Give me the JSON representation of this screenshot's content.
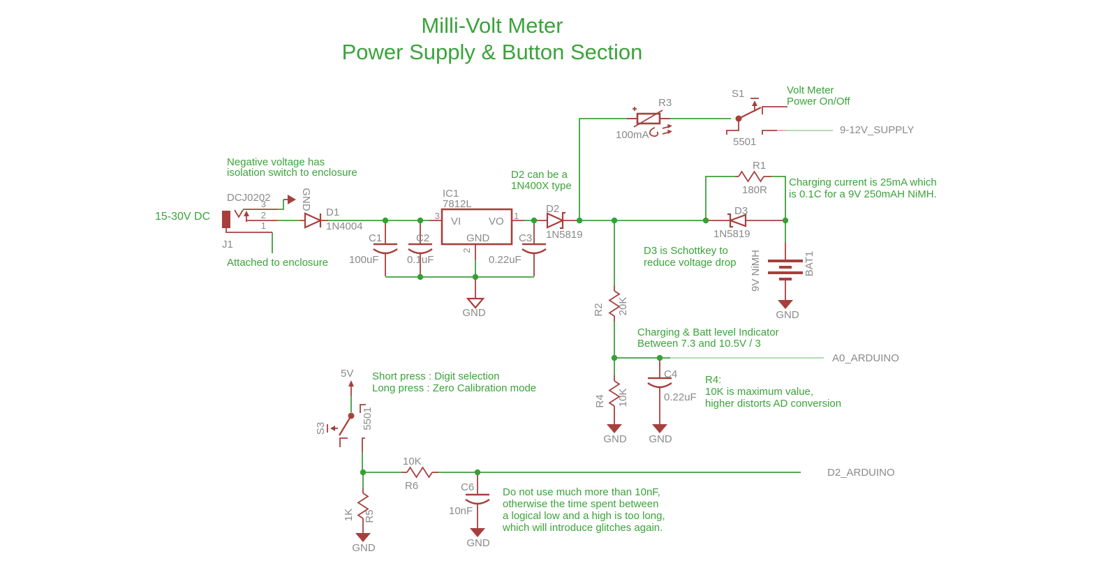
{
  "title": {
    "line1": "Milli-Volt Meter",
    "line2": "Power Supply & Button Section"
  },
  "nets": {
    "supply": "9-12V_SUPPLY",
    "a0": "A0_ARDUINO",
    "d2": "D2_ARDUINO",
    "input": "15-30V DC",
    "v5": "5V",
    "gnd": "GND"
  },
  "components": {
    "j1": {
      "ref": "J1",
      "part": "DCJ0202",
      "pin3": "3",
      "pin2": "2",
      "pin1": "1"
    },
    "d1": {
      "ref": "D1",
      "value": "1N4004"
    },
    "ic1": {
      "ref": "IC1",
      "value": "7812L",
      "vi": "VI",
      "vo": "VO",
      "gnd": "GND",
      "pin_vi": "3",
      "pin_vo": "1",
      "pin_gnd": "2"
    },
    "c1": {
      "ref": "C1",
      "value": "100uF"
    },
    "c2": {
      "ref": "C2",
      "value": "0.1uF"
    },
    "c3": {
      "ref": "C3",
      "value": "0.22uF"
    },
    "c4": {
      "ref": "C4",
      "value": "0.22uF"
    },
    "c6": {
      "ref": "C6",
      "value": "10nF"
    },
    "d2": {
      "ref": "D2",
      "value": "1N5819"
    },
    "d3": {
      "ref": "D3",
      "value": "1N5819"
    },
    "r1": {
      "ref": "R1",
      "value": "180R"
    },
    "r2": {
      "ref": "R2",
      "value": "20K"
    },
    "r3": {
      "ref": "R3",
      "value": "100mA"
    },
    "r4": {
      "ref": "R4",
      "value": "10K"
    },
    "r5": {
      "ref": "R5",
      "value": "1K"
    },
    "r6": {
      "ref": "R6",
      "value": "10K"
    },
    "s1": {
      "ref": "S1",
      "value": "5501"
    },
    "s3": {
      "ref": "S3",
      "value": "5501"
    },
    "bat1": {
      "ref": "BAT1",
      "value": "9V NiMH"
    }
  },
  "notes": {
    "negative": [
      "Negative voltage has",
      "isolation switch to enclosure"
    ],
    "attached": [
      "Attached to enclosure"
    ],
    "d2_type": [
      "D2 can be a",
      "1N400X type"
    ],
    "volt_meter": [
      "Volt Meter",
      "Power On/Off"
    ],
    "charging": [
      "Charging current is 25mA which",
      "is 0.1C for a 9V 250mAH NiMH."
    ],
    "d3_schottky": [
      "D3 is Schottkey to",
      "reduce voltage drop"
    ],
    "indicator": [
      "Charging & Batt level Indicator",
      "Between 7.3 and 10.5V / 3"
    ],
    "r4_max": [
      "R4:",
      "10K is maximum value,",
      "higher distorts AD conversion"
    ],
    "button": [
      "Short press : Digit selection",
      "Long press  : Zero Calibration mode"
    ],
    "c6_glitch": [
      "Do not use much more than 10nF,",
      "otherwise the time spent between",
      "a logical low and a high is too long,",
      "which will introduce glitches again."
    ]
  },
  "colors": {
    "component_red": "#a6403d",
    "wire_green": "#3f9e3c",
    "pale_green": "#a9d7a7",
    "pale_red": "#dfa9a7",
    "label_gray": "#8a8a8a",
    "note_green": "#3aa33a",
    "background": "#ffffff"
  }
}
